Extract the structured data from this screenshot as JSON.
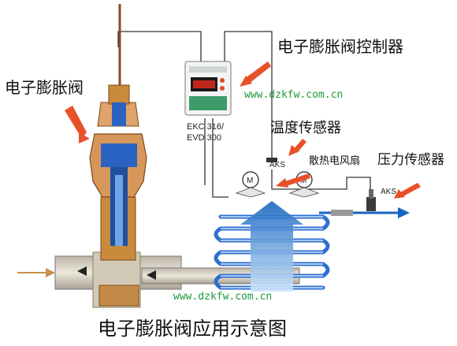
{
  "labels": {
    "valve": "电子膨胀阀",
    "controller": "电子膨胀阀控制器",
    "temp_sensor": "温度传感器",
    "fan": "散热电风扇",
    "pressure_sensor": "压力传感器",
    "controller_model_1": "EKC 316/",
    "controller_model_2": "EVD 300",
    "aks_temp": "AKS",
    "aks_pressure": "AKS",
    "fan_symbol_1": "M",
    "fan_symbol_2": "M",
    "caption": "电子膨胀阀应用示意图"
  },
  "watermarks": {
    "top": "www.dzkfw.com.cn",
    "bottom": "www.dzkfw.com.cn"
  },
  "colors": {
    "arrow_red": "#e8502a",
    "flow_blue": "#1565c0",
    "coil_blue": "#2d6fd1",
    "valve_bronze": "#c98a3e",
    "valve_body": "#d9d2c4",
    "controller_green": "#2f8a5a",
    "watermark": "#1e9a3a"
  }
}
